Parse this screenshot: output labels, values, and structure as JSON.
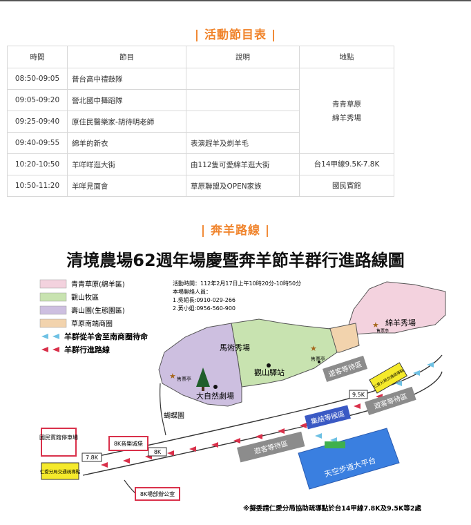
{
  "schedule": {
    "title": "| 活動節目表 |",
    "headers": [
      "時間",
      "節目",
      "說明",
      "地點"
    ],
    "rows": [
      {
        "time": "08:50-09:05",
        "program": "普台高中禮鼓隊",
        "desc": ""
      },
      {
        "time": "09:05-09:20",
        "program": "營北國中舞蹈隊",
        "desc": ""
      },
      {
        "time": "09:25-09:40",
        "program": "原住民醫樂家-胡待明老師",
        "desc": ""
      },
      {
        "time": "09:40-09:55",
        "program": "綿羊的新衣",
        "desc": "表演趕羊及剃羊毛"
      },
      {
        "time": "10:20-10:50",
        "program": "羊咩咩逛大街",
        "desc": "由112隻可愛綿羊逛大街",
        "place": "台14甲線9.5K-7.8K"
      },
      {
        "time": "10:50-11:20",
        "program": "羊咩見面會",
        "desc": "草原聯盟及OPEN家族",
        "place": "國民賓館"
      }
    ],
    "merged_place_line1": "青青草原",
    "merged_place_line2": "綿羊秀場"
  },
  "route": {
    "section_title": "| 奔羊路線 |",
    "map_title": "清境農場62週年場慶暨奔羊節羊群行進路線圖",
    "legend": [
      {
        "label": "青青草原(綿羊區)",
        "color": "#f3d2de"
      },
      {
        "label": "觀山牧區",
        "color": "#c8e3b0"
      },
      {
        "label": "壽山園(生態園區)",
        "color": "#cdbfe0"
      },
      {
        "label": "草原南端商圈",
        "color": "#f2d3ad"
      }
    ],
    "legend_wait": "羊群從羊舍至南商圈待命",
    "legend_path": "羊群行進路線",
    "info": {
      "time": "活動時間：112年2月17日上午10時20分-10時50分",
      "contact_head": "本場聯絡人員：",
      "contact1": "1.吳組長:0910-029-266",
      "contact2": "2.黃小姐:0956-560-900"
    },
    "places": {
      "sheep_show": "綿羊秀場",
      "ticket_booth": "售票亭",
      "ticket_booth2": "售票亭",
      "ticket_booth3": "售票亭",
      "horse_show": "馬術秀場",
      "guanshan_station": "觀山驛站",
      "nature_theater": "大自然劇場",
      "butterfly_garden": "蝴蝶園",
      "national_guesthouse_parking": "國民賓館停車場",
      "police_guide_left": "仁愛分局交通疏導點",
      "police_guide_right": "仁愛分局交通疏導點",
      "music_stage": "8K音樂城堡",
      "office_8k": "8K場部辦公室",
      "gathering_area": "集結等候區",
      "wait_area1": "遊客等待區",
      "wait_area2": "遊客等待區",
      "wait_area3": "遊客等待區",
      "skywalk": "天空步道大平台",
      "km_78": "7.8K",
      "km_8": "8K",
      "km_95": "9.5K"
    },
    "footnote": "※擬委請仁愛分局協助疏導點於台14甲線7.8K及9.5K等2處"
  }
}
